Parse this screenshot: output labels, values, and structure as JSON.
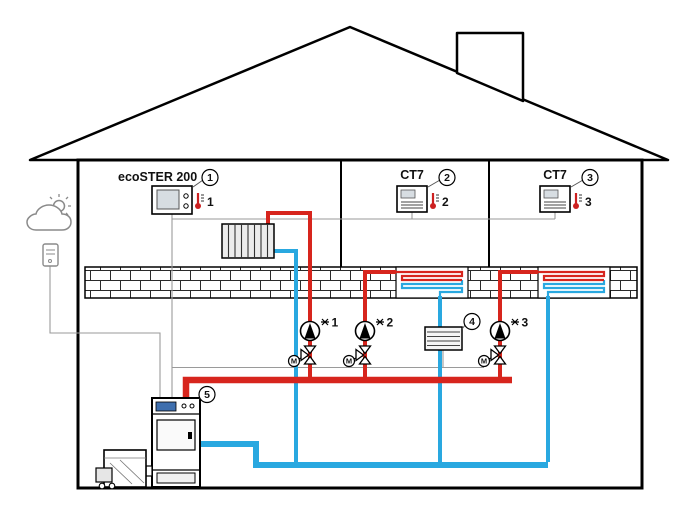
{
  "colors": {
    "hot_supply": "#d7251d",
    "cold_return": "#29a8e0",
    "signal_wire": "#9a9a9a",
    "outline": "#000000"
  },
  "room_panel": {
    "label": "ecoSTER 200",
    "callout": "1",
    "sensor_no": "1"
  },
  "thermostat2": {
    "label": "CT7",
    "callout": "2",
    "sensor_no": "2"
  },
  "thermostat3": {
    "label": "CT7",
    "callout": "3",
    "sensor_no": "3"
  },
  "heat_exchanger": {
    "callout": "4"
  },
  "boiler": {
    "callout": "5"
  },
  "circuits": {
    "c1": "1",
    "c2": "2",
    "c3": "3"
  },
  "valves": {
    "motor_label": "M"
  }
}
